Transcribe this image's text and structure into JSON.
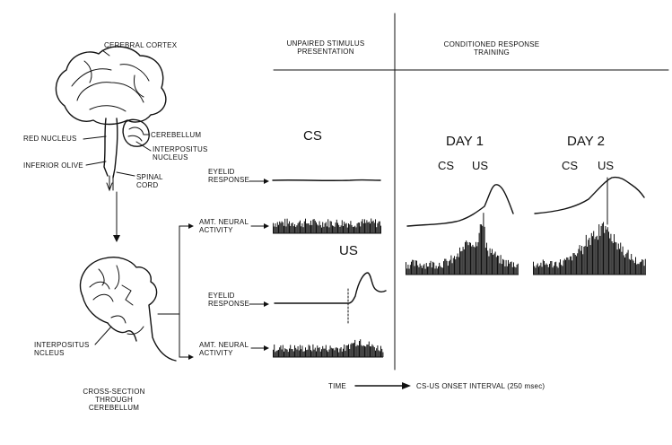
{
  "labels": {
    "cerebral_cortex": "CEREBRAL CORTEX",
    "cerebellum": "CEREBELLUM",
    "red_nucleus": "RED NUCLEUS",
    "interpositus_nucleus": "INTERPOSITUS NUCLEUS",
    "inferior_olive": "INFERIOR OLIVE",
    "spinal_cord": "SPINAL CORD",
    "interpositus_ncleus": "INTERPOSITUS NCLEUS",
    "cross_section": "CROSS-SECTION THROUGH CEREBELLUM",
    "unpaired_header": "UNPAIRED STIMULUS PRESENTATION",
    "conditioned_header": "CONDITIONED RESPONSE TRAINING",
    "cs": "CS",
    "us": "US",
    "day1": "DAY 1",
    "day2": "DAY 2",
    "eyelid_response": "EYELID RESPONSE",
    "amt_neural_activity": "AMT. NEURAL ACTIVITY",
    "time": "TIME",
    "interval": "CS-US ONSET INTERVAL (250 msec)"
  },
  "colors": {
    "ink": "#111111",
    "background": "#ffffff"
  }
}
